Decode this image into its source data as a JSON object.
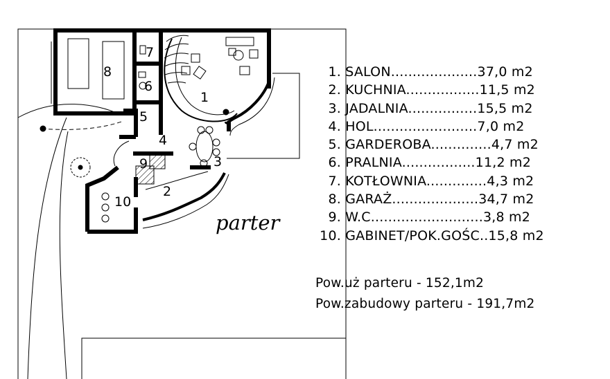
{
  "plan_title": "parter",
  "room_numbers": [
    "1",
    "2",
    "3",
    "4",
    "5",
    "6",
    "7",
    "8",
    "9",
    "10"
  ],
  "rooms": [
    {
      "num": "1.",
      "text": "SALON....................37,0 m2"
    },
    {
      "num": "2.",
      "text": "KUCHNIA.................11,5 m2"
    },
    {
      "num": "3.",
      "text": "JADALNIA................15,5 m2"
    },
    {
      "num": "4.",
      "text": "HOL........................7,0 m2"
    },
    {
      "num": "5.",
      "text": "GARDEROBA..............4,7 m2"
    },
    {
      "num": "6.",
      "text": "PRALNIA.................11,2 m2"
    },
    {
      "num": "7.",
      "text": "KOTŁOWNIA..............4,3 m2"
    },
    {
      "num": "8.",
      "text": "GARAŻ....................34,7 m2"
    },
    {
      "num": "9.",
      "text": "W.C..........................3,8 m2"
    },
    {
      "num": "10.",
      "text": "GABINET/POK.GOŚC..15,8 m2"
    }
  ],
  "usable_area": "Pow.uż parteru - 152,1m2",
  "built_area": "Pow.zabudowy parteru - 191,7m2"
}
